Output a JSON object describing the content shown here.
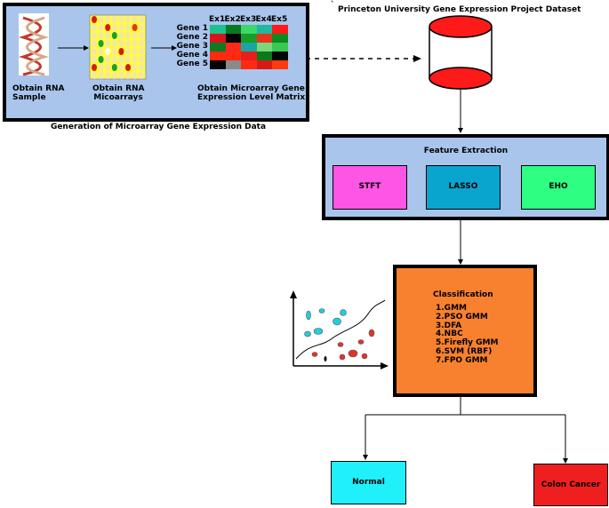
{
  "generation": {
    "caption": "Generation of Microarray Gene Expression Data",
    "rna_sample_label": "Obtain RNA Sample",
    "rna_sample_l1": "Obtain RNA",
    "rna_sample_l2": "Sample",
    "microarray_l1": "Obtain RNA",
    "microarray_l2": "Micoarrays",
    "matrix_l1": "Obtain Microarray Gene",
    "matrix_l2": "Expression Level Matrix",
    "columns": [
      "Ex1",
      "Ex2",
      "Ex3",
      "Ex4",
      "Ex5"
    ],
    "rows": [
      "Gene 1",
      "Gene 2",
      "Gene 3",
      "Gene 4",
      "Gene 5"
    ],
    "matrix_colors": [
      [
        "#19c28e",
        "#0a7a22",
        "#3ad96a",
        "#1fb8a0",
        "#ff1a1a"
      ],
      [
        "#d8141a",
        "#050505",
        "#1a9c2a",
        "#e8341a",
        "#0c8a1e"
      ],
      [
        "#0e7a24",
        "#ff2a1a",
        "#1aa6a0",
        "#7ad87a",
        "#39c853"
      ],
      [
        "#ff2a10",
        "#ff2a10",
        "#e8201a",
        "#0a7a1a",
        "#050505"
      ],
      [
        "#050505",
        "#8a8a8a",
        "#ff2a10",
        "#d81a14",
        "#ff3a10"
      ]
    ]
  },
  "dataset": {
    "label": "Princeton University Gene Expression Project Dataset",
    "tick": "`"
  },
  "feature_extraction": {
    "title": "Feature Extraction",
    "methods": [
      {
        "label": "STFT",
        "color": "#ff55e6"
      },
      {
        "label": "LASSO",
        "color": "#0aa5cf"
      },
      {
        "label": "EHO",
        "color": "#2eff82"
      }
    ]
  },
  "classification": {
    "title": "Classification",
    "items": [
      "1.GMM",
      "2.PSO GMM",
      "3.DFA",
      "4.NBC",
      "5.Firefly GMM",
      "6.SVM (RBF)",
      "7.FPO GMM"
    ],
    "color": "#f7812e"
  },
  "outputs": {
    "normal": {
      "label": "Normal",
      "color": "#1ff0fa"
    },
    "colon": {
      "label": "Colon Cancer",
      "color": "#f01f1f"
    }
  }
}
